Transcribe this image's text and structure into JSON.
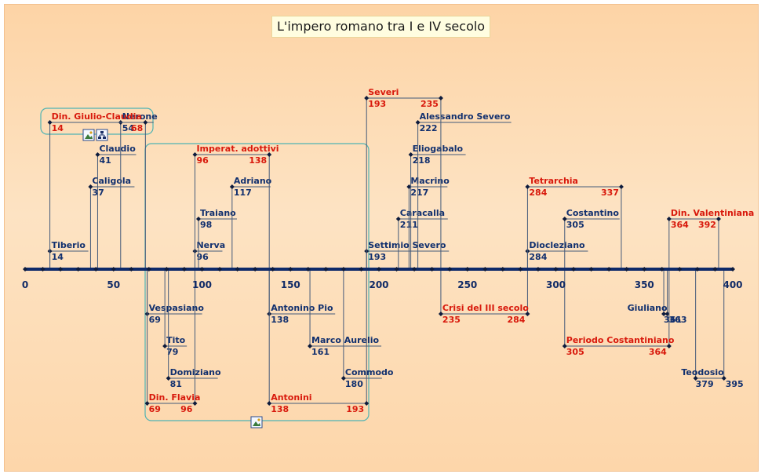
{
  "title": "L'impero romano tra I e IV secolo",
  "colors": {
    "person": "#12306e",
    "period": "#d8190c",
    "axis": "#0e2a6a",
    "frame": "#4fb3b3"
  },
  "icons": [
    "image-icon",
    "tree-icon",
    "image-icon"
  ],
  "axis": {
    "min": 0,
    "max": 400,
    "major_step": 50,
    "minor_step": 10,
    "tick_labels": [
      "0",
      "50",
      "100",
      "150",
      "200",
      "250",
      "300",
      "350",
      "400"
    ]
  },
  "persons": [
    {
      "name": "Tiberio",
      "start": "14",
      "val": 14,
      "level": 1,
      "side": "up"
    },
    {
      "name": "Caligola",
      "start": "37",
      "val": 37,
      "level": 3,
      "side": "up"
    },
    {
      "name": "Claudio",
      "start": "41",
      "val": 41,
      "level": 4,
      "side": "up"
    },
    {
      "name": "Nerone",
      "start": "54",
      "val": 54,
      "level": 5,
      "side": "up"
    },
    {
      "name": "Nerva",
      "start": "96",
      "val": 96,
      "level": 1,
      "side": "up"
    },
    {
      "name": "Traiano",
      "start": "98",
      "val": 98,
      "level": 2,
      "side": "up"
    },
    {
      "name": "Adriano",
      "start": "117",
      "val": 117,
      "level": 3,
      "side": "up"
    },
    {
      "name": "Settimio Severo",
      "start": "193",
      "val": 193,
      "level": 1,
      "side": "up"
    },
    {
      "name": "Caracalla",
      "start": "211",
      "val": 211,
      "level": 2,
      "side": "up"
    },
    {
      "name": "Macrino",
      "start": "217",
      "val": 217,
      "level": 3,
      "side": "up"
    },
    {
      "name": "Eliogabalo",
      "start": "218",
      "val": 218,
      "level": 4,
      "side": "up"
    },
    {
      "name": "Alessandro Severo",
      "start": "222",
      "val": 222,
      "level": 5,
      "side": "up"
    },
    {
      "name": "Diocleziano",
      "start": "284",
      "val": 284,
      "level": 1,
      "side": "up"
    },
    {
      "name": "Costantino",
      "start": "305",
      "val": 305,
      "level": 2,
      "side": "up"
    },
    {
      "name": "Vespasiano",
      "start": "69",
      "val": 69,
      "level": 1,
      "side": "down"
    },
    {
      "name": "Tito",
      "start": "79",
      "val": 79,
      "level": 2,
      "side": "down"
    },
    {
      "name": "Domiziano",
      "start": "81",
      "val": 81,
      "level": 3,
      "side": "down"
    },
    {
      "name": "Antonino Pio",
      "start": "138",
      "val": 138,
      "level": 1,
      "side": "down"
    },
    {
      "name": "Marco Aurelio",
      "start": "161",
      "val": 161,
      "level": 2,
      "side": "down"
    },
    {
      "name": "Commodo",
      "start": "180",
      "val": 180,
      "level": 3,
      "side": "down"
    },
    {
      "name": "Giuliano",
      "start": "361",
      "end": "363",
      "val": 361,
      "val2": 363,
      "level": 1,
      "side": "down"
    },
    {
      "name": "Teodosio",
      "start": "379",
      "end": "395",
      "val": 379,
      "val2": 395,
      "level": 3,
      "side": "down"
    }
  ],
  "periods": [
    {
      "name": "Din. Giulio-Claudia",
      "start": "14",
      "end": "68",
      "s": 14,
      "e": 68,
      "level": 5,
      "side": "up"
    },
    {
      "name": "Imperat. adottivi",
      "start": "96",
      "end": "138",
      "s": 96,
      "e": 138,
      "level": 4,
      "side": "up"
    },
    {
      "name": "Severi",
      "start": "193",
      "end": "235",
      "s": 193,
      "e": 235,
      "level": 6,
      "side": "up"
    },
    {
      "name": "Tetrarchia",
      "start": "284",
      "end": "337",
      "s": 284,
      "e": 337,
      "level": 3,
      "side": "up"
    },
    {
      "name": "Din. Valentiniana",
      "start": "364",
      "end": "392",
      "s": 364,
      "e": 392,
      "level": 2,
      "side": "up"
    },
    {
      "name": "Din. Flavia",
      "start": "69",
      "end": "96",
      "s": 69,
      "e": 96,
      "level": 4,
      "side": "down"
    },
    {
      "name": "Antonini",
      "start": "138",
      "end": "193",
      "s": 138,
      "e": 193,
      "level": 4,
      "side": "down"
    },
    {
      "name": "Crisi del III secolo",
      "start": "235",
      "end": "284",
      "s": 235,
      "e": 284,
      "level": 1,
      "side": "down"
    },
    {
      "name": "Periodo Costantiniano",
      "start": "305",
      "end": "364",
      "s": 305,
      "e": 364,
      "level": 2,
      "side": "down"
    }
  ]
}
